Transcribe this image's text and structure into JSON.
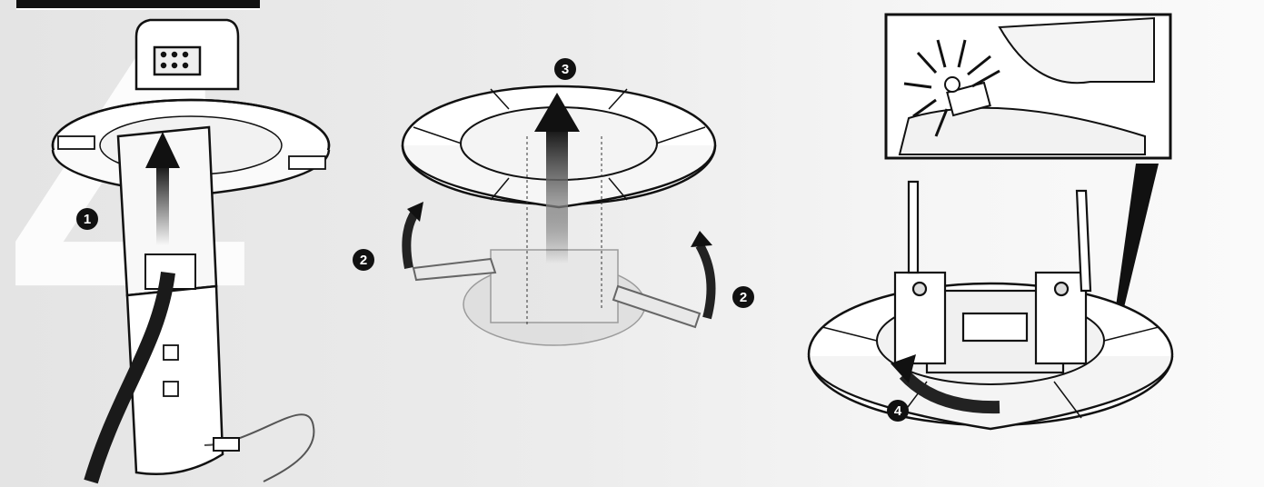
{
  "step_number": "4",
  "callouts": {
    "c1": "1",
    "c2a": "2",
    "c2b": "2",
    "c3": "3",
    "c4": "4"
  },
  "colors": {
    "ink": "#111111",
    "paper": "#ffffff",
    "background": "#e6e6e6",
    "cable": "#1a1a1a"
  }
}
